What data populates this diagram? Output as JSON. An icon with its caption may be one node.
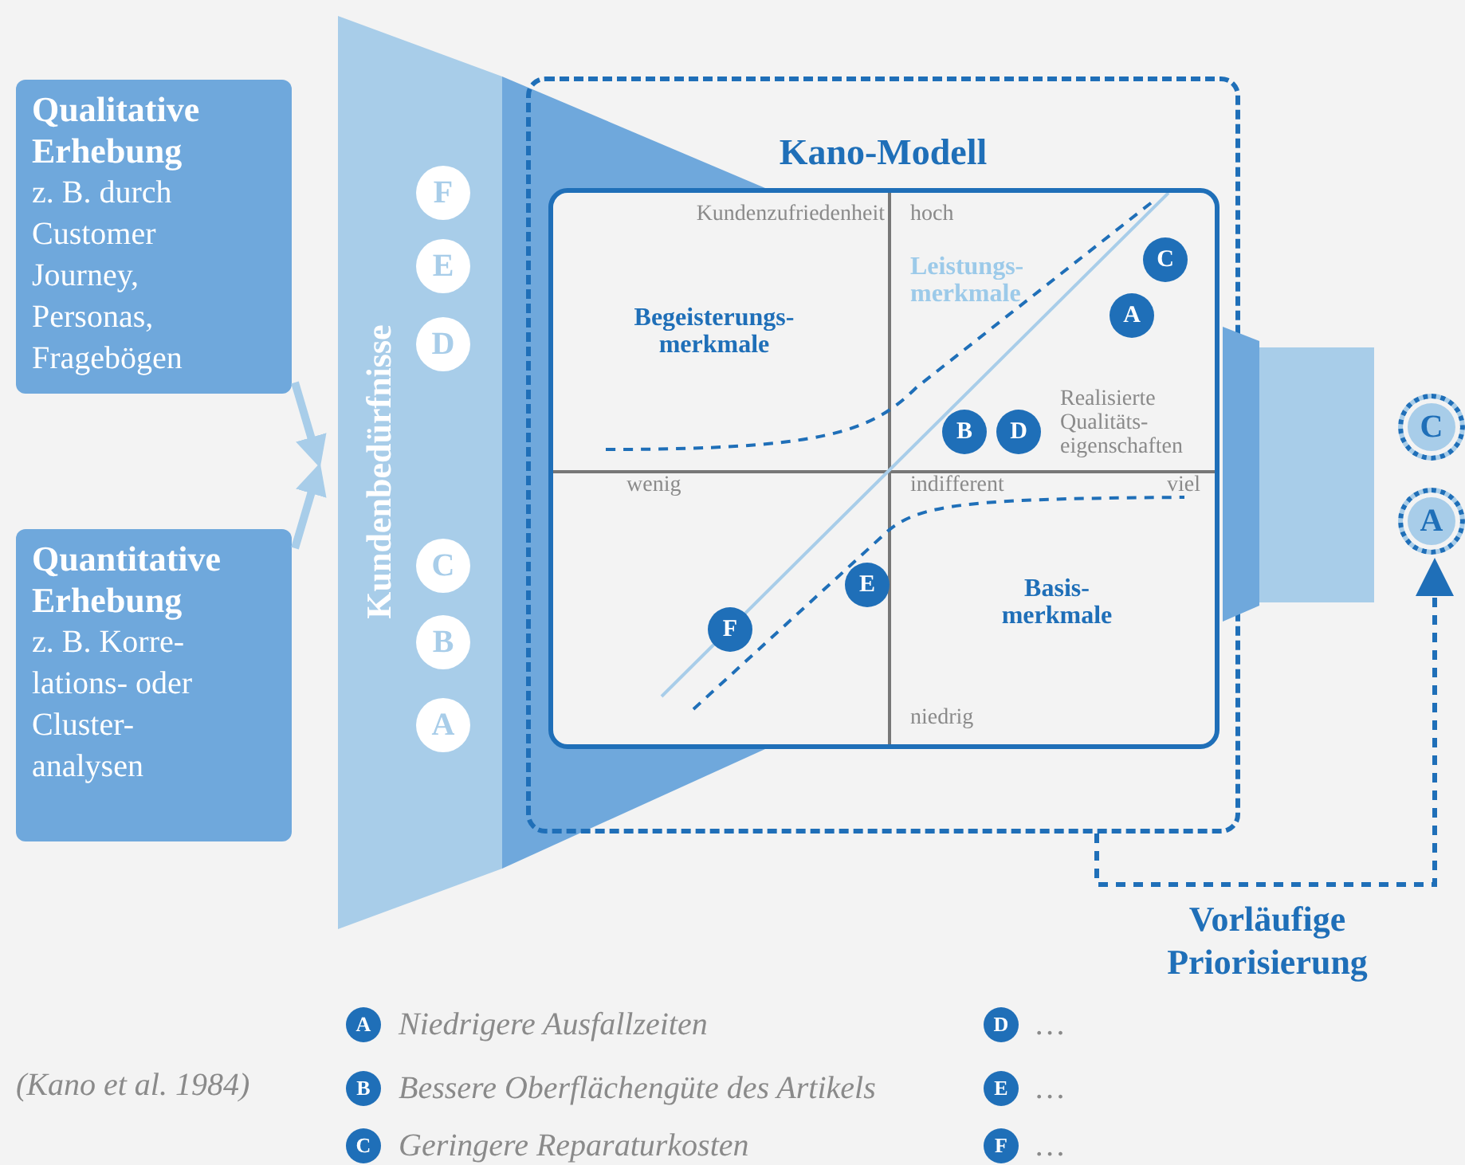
{
  "diagram": {
    "nodes": [
      {
        "text": [
          "Qualitative Erhebung",
          "z. B. durch Customer Journey, Personas, Fragebögen"
        ]
      },
      {
        "text": [
          "Quantitative Erhebung",
          "z. B. Korre- lations- oder Cluster- analysen"
        ]
      },
      {
        "text": [
          "Kundenbedürfnisse"
        ]
      },
      {
        "text": [
          "F"
        ],
        "in": 2
      },
      {
        "text": [
          "E"
        ],
        "in": 2
      },
      {
        "text": [
          "D"
        ],
        "in": 2
      },
      {
        "text": [
          "C"
        ],
        "in": 2
      },
      {
        "text": [
          "B"
        ],
        "in": 2
      },
      {
        "text": [
          "A"
        ],
        "in": 2
      },
      {
        "text": [
          "Kano-Modell"
        ]
      },
      {
        "text": [
          "Kundenzufriedenheit",
          "hoch",
          "Leistungs- merkmale",
          "Begeisterungs- merkmale",
          "Realisierte Qualitäts- eigenschaften",
          "wenig",
          "indifferent",
          "viel",
          "Basis- merkmale",
          "niedrig"
        ],
        "in": 9
      },
      {
        "text": [
          "C"
        ],
        "in": 10
      },
      {
        "text": [
          "A"
        ],
        "in": 10
      },
      {
        "text": [
          "B"
        ],
        "in": 10
      },
      {
        "text": [
          "D"
        ],
        "in": 10
      },
      {
        "text": [
          "E"
        ],
        "in": 10
      },
      {
        "text": [
          "F"
        ],
        "in": 10
      },
      {
        "text": [],
        "shape": "box"
      },
      {
        "text": [
          "C"
        ]
      },
      {
        "text": [
          "A"
        ]
      }
    ],
    "edges": [
      {
        "from": 0,
        "to": 2,
        "arrow": "to"
      },
      {
        "from": 1,
        "to": 2,
        "arrow": "to"
      },
      {
        "from": 9,
        "to": 19,
        "arrow": "to",
        "style": "dashed",
        "color": "#1f6fb8",
        "label": "Vorläufige Priorisierung"
      }
    ],
    "labels": [
      "A",
      "Niedrigere Ausfallzeiten",
      "D",
      "…",
      "(Kano et al. 1984)",
      "B",
      "Bessere Oberflächengüte des Artikels",
      "E",
      "…",
      "C",
      "Geringere Reparaturkosten",
      "F",
      "…"
    ]
  }
}
